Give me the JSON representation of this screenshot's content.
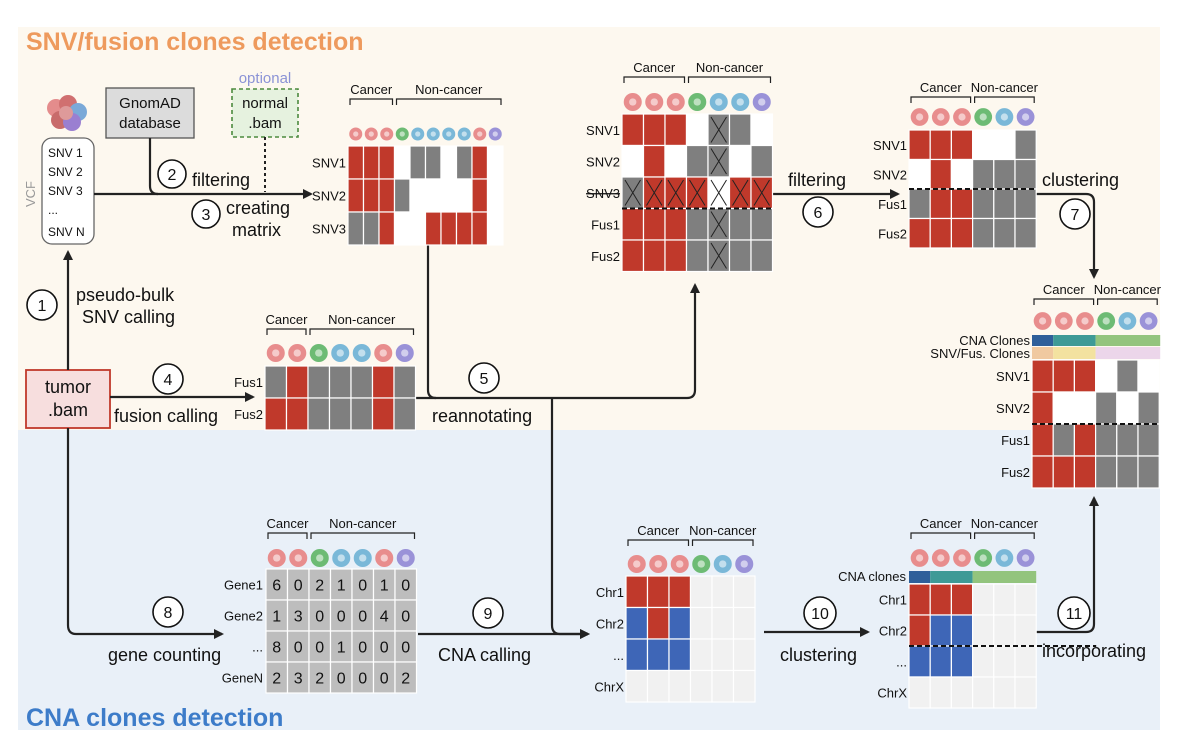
{
  "titles": {
    "top": "SNV/fusion clones detection",
    "bottom": "CNA clones detection"
  },
  "colors": {
    "orange": "#ee9a5d",
    "blue": "#3d7cc9",
    "red": "#c0392b",
    "grey": "#7f7f7f",
    "cellblue": "#3e66b7",
    "bg_top": "#fdf8ef",
    "bg_bottom": "#e9f0f8"
  },
  "inputs": {
    "vcf_label": "VCF",
    "vcf_items": [
      "SNV 1",
      "SNV 2",
      "SNV 3",
      "...",
      "SNV N"
    ],
    "gnomad": [
      "GnomAD",
      "database"
    ],
    "optional": "optional",
    "normal": [
      "normal",
      ".bam"
    ],
    "tumor": [
      "tumor",
      ".bam"
    ]
  },
  "steps": {
    "s1": {
      "num": "1",
      "text": [
        "pseudo-bulk",
        "SNV calling"
      ]
    },
    "s2": {
      "num": "2",
      "text": "filtering"
    },
    "s3": {
      "num": "3",
      "text": [
        "creating",
        "matrix"
      ]
    },
    "s4": {
      "num": "4",
      "text": "fusion calling"
    },
    "s5": {
      "num": "5",
      "text": "reannotating"
    },
    "s6": {
      "num": "6",
      "text": "filtering"
    },
    "s7": {
      "num": "7",
      "text": "clustering"
    },
    "s8": {
      "num": "8",
      "text": "gene counting"
    },
    "s9": {
      "num": "9",
      "text": "CNA calling"
    },
    "s10": {
      "num": "10",
      "text": "clustering"
    },
    "s11": {
      "num": "11",
      "text": "incorporating"
    }
  },
  "headers": {
    "cancer": "Cancer",
    "noncancer": "Non-cancer"
  },
  "matrices": {
    "snv_matrix": {
      "rows": [
        "SNV1",
        "SNV2",
        "SNV3"
      ]
    },
    "fusion_matrix": {
      "rows": [
        "Fus1",
        "Fus2"
      ]
    },
    "reannot_matrix": {
      "rows": [
        "SNV1",
        "SNV2",
        "SNV3",
        "Fus1",
        "Fus2"
      ]
    },
    "filtered_matrix": {
      "rows": [
        "SNV1",
        "SNV2",
        "Fus1",
        "Fus2"
      ]
    },
    "final_matrix": {
      "labels": [
        "CNA Clones",
        "SNV/Fus. Clones"
      ],
      "rows": [
        "SNV1",
        "SNV2",
        "Fus1",
        "Fus2"
      ]
    },
    "count_matrix": {
      "rows": [
        "Gene1",
        "Gene2",
        "...",
        "GeneN"
      ],
      "values": [
        [
          "6",
          "0",
          "2",
          "1",
          "0",
          "1",
          "0"
        ],
        [
          "1",
          "3",
          "0",
          "0",
          "0",
          "4",
          "0"
        ],
        [
          "8",
          "0",
          "0",
          "1",
          "0",
          "0",
          "0"
        ],
        [
          "2",
          "3",
          "2",
          "0",
          "0",
          "0",
          "2"
        ]
      ]
    },
    "cna_matrix": {
      "rows": [
        "Chr1",
        "Chr2",
        "...",
        "ChrX"
      ]
    },
    "cna_clone_matrix": {
      "label": "CNA clones",
      "rows": [
        "Chr1",
        "Chr2",
        "...",
        "ChrX"
      ]
    }
  }
}
